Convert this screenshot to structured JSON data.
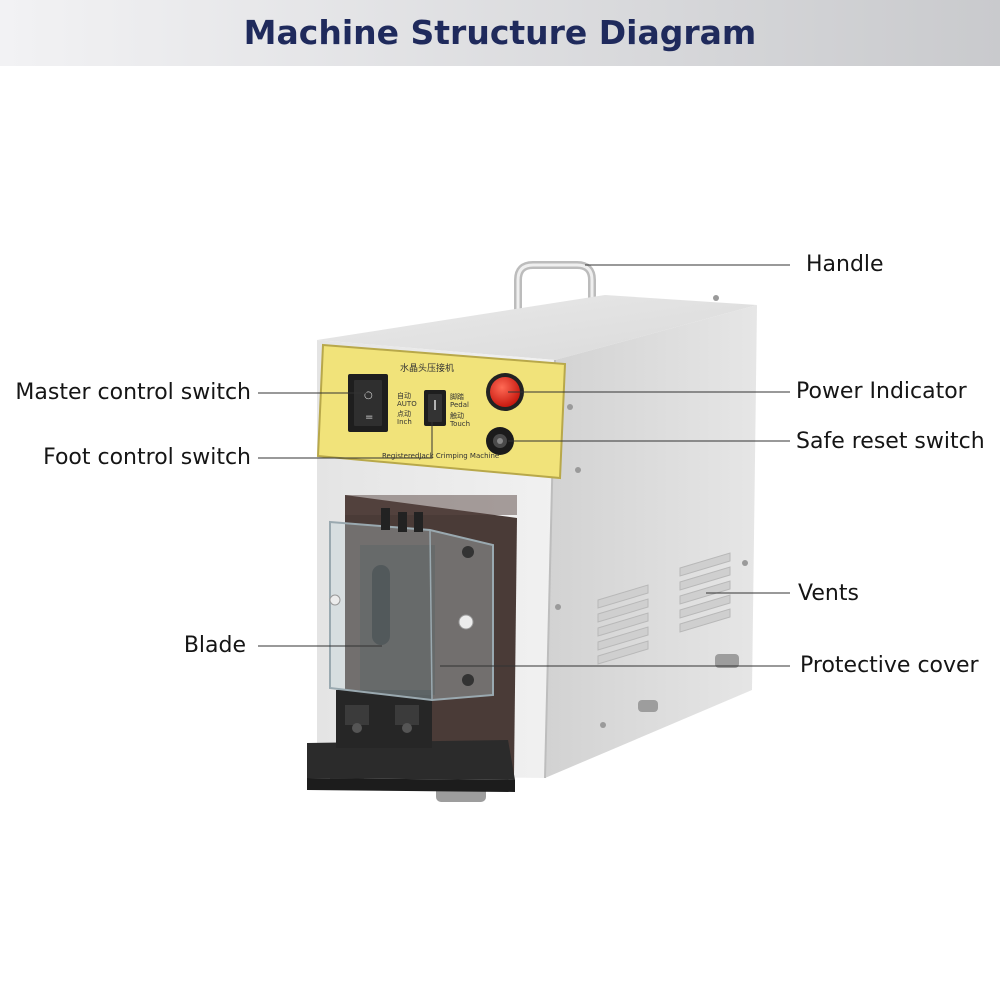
{
  "header": {
    "title": "Machine Structure Diagram"
  },
  "labels": {
    "handle": "Handle",
    "power_indicator": "Power Indicator",
    "safe_reset_switch": "Safe reset switch",
    "vents": "Vents",
    "protective_cover": "Protective cover",
    "master_control_switch": "Master control switch",
    "foot_control_switch": "Foot control switch",
    "blade": "Blade"
  },
  "panel_text": {
    "title_cn": "水晶头压接机",
    "auto_cn": "自动",
    "auto": "AUTO",
    "inch_cn": "点动",
    "inch": "Inch",
    "pedal_cn": "脚踏",
    "pedal": "Pedal",
    "touch_cn": "触动",
    "touch": "Touch",
    "bottom": "RegisteredJack Crimping Machine"
  },
  "colors": {
    "header_title": "#1f2a5c",
    "panel_yellow": "#f1e37a",
    "indicator_red": "#e52b1f",
    "body_grey": "#dcdcdc"
  }
}
